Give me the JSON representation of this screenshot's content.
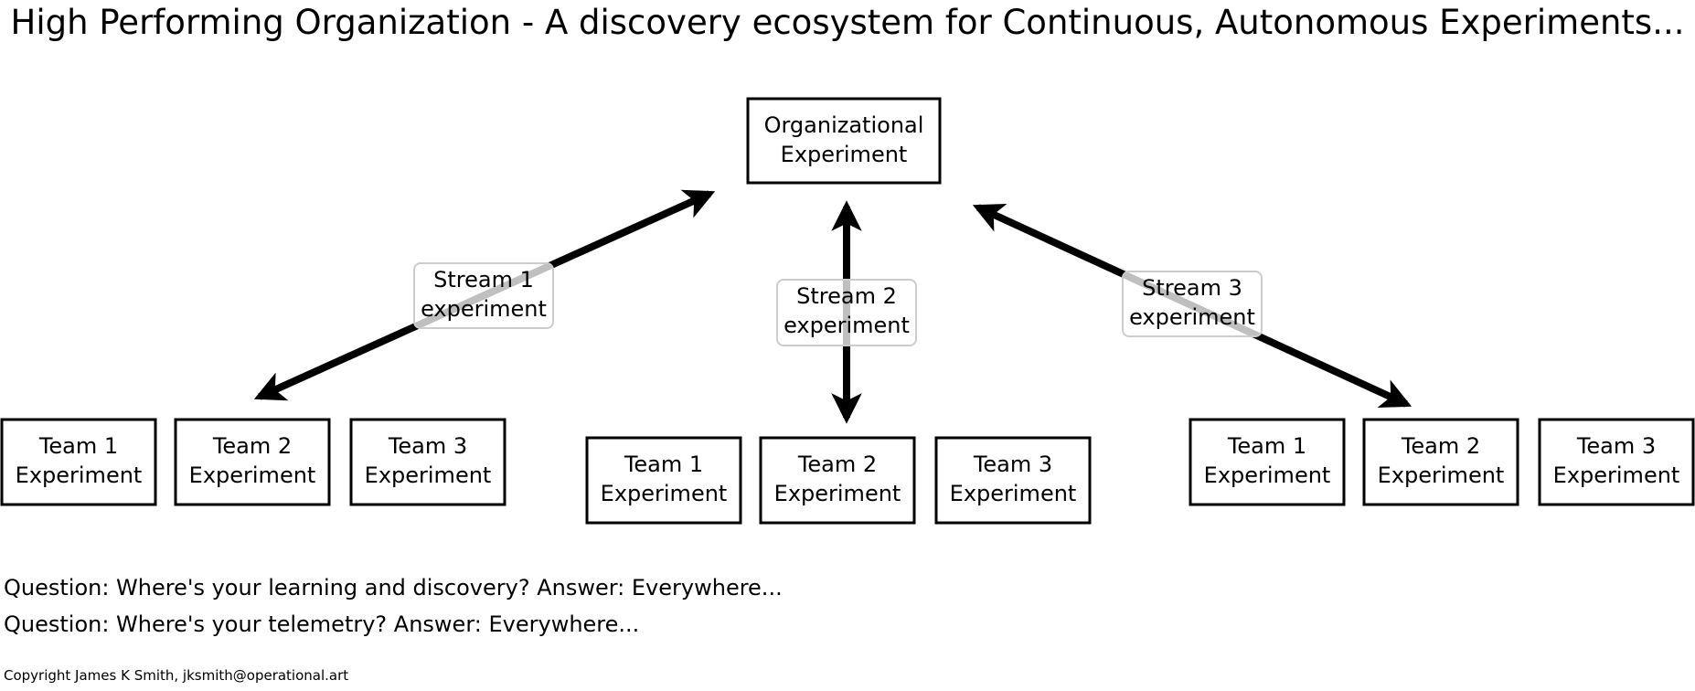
{
  "title": "High Performing Organization - A discovery ecosystem for Continuous, Autonomous Experiments...",
  "top_node": {
    "line1": "Organizational",
    "line2": "Experiment"
  },
  "streams": [
    {
      "label": {
        "line1": "Stream 1",
        "line2": "experiment"
      },
      "teams": [
        {
          "line1": "Team 1",
          "line2": "Experiment"
        },
        {
          "line1": "Team 2",
          "line2": "Experiment"
        },
        {
          "line1": "Team 3",
          "line2": "Experiment"
        }
      ]
    },
    {
      "label": {
        "line1": "Stream 2",
        "line2": "experiment"
      },
      "teams": [
        {
          "line1": "Team 1",
          "line2": "Experiment"
        },
        {
          "line1": "Team 2",
          "line2": "Experiment"
        },
        {
          "line1": "Team 3",
          "line2": "Experiment"
        }
      ]
    },
    {
      "label": {
        "line1": "Stream 3",
        "line2": "experiment"
      },
      "teams": [
        {
          "line1": "Team 1",
          "line2": "Experiment"
        },
        {
          "line1": "Team 2",
          "line2": "Experiment"
        },
        {
          "line1": "Team 3",
          "line2": "Experiment"
        }
      ]
    }
  ],
  "questions": [
    "Question: Where's your learning and discovery?  Answer: Everywhere...",
    "Question: Where's your telemetry?  Answer: Everywhere..."
  ],
  "copyright": "Copyright James K Smith, jksmith@operational.art"
}
